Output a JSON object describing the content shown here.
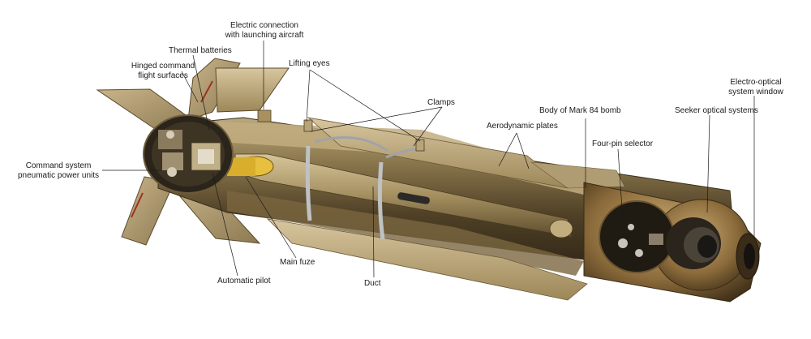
{
  "labels": {
    "electric_connection": [
      "Electric connection",
      "with launching aircraft"
    ],
    "thermal_batteries": "Thermal batteries",
    "hinged_command": [
      "Hinged command",
      "flight surfaces"
    ],
    "lifting_eyes": "Lifting eyes",
    "clamps": "Clamps",
    "body_mark84": "Body of Mark 84 bomb",
    "aerodynamic_plates": "Aerodynamic plates",
    "four_pin_selector": "Four-pin selector",
    "seeker_optical": "Seeker optical systems",
    "electro_optical": [
      "Electro-optical",
      "system window"
    ],
    "command_system": [
      "Command system",
      "pneumatic power units"
    ],
    "main_fuze": "Main fuze",
    "automatic_pilot": "Automatic pilot",
    "duct": "Duct"
  }
}
